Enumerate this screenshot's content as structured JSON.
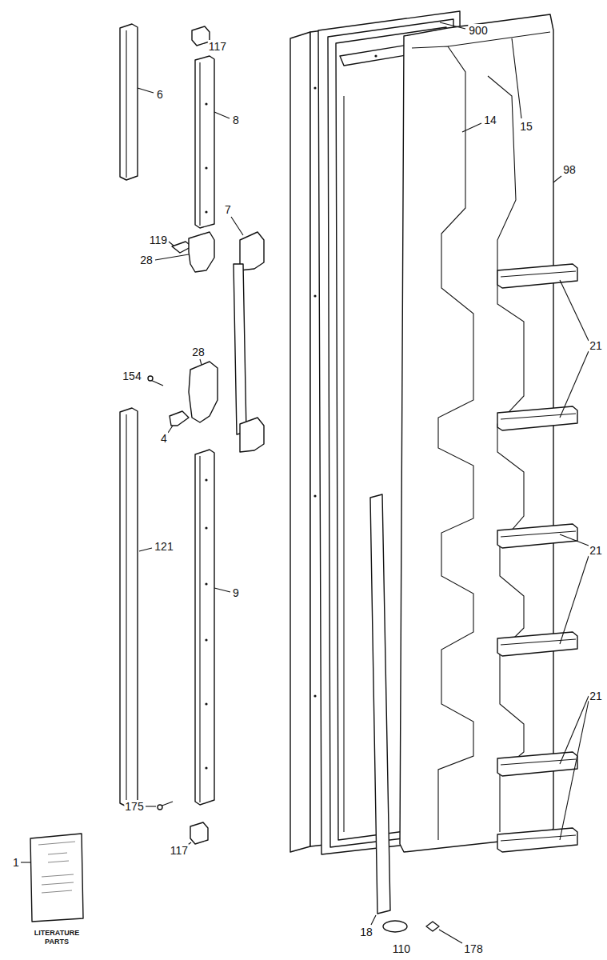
{
  "diagram": {
    "labels": [
      "117",
      "6",
      "8",
      "900",
      "14",
      "15",
      "98",
      "119",
      "28",
      "7",
      "21",
      "154",
      "28",
      "4",
      "21",
      "121",
      "9",
      "21",
      "175",
      "117",
      "1",
      "18",
      "110",
      "178",
      "LITERATURE PARTS"
    ]
  }
}
